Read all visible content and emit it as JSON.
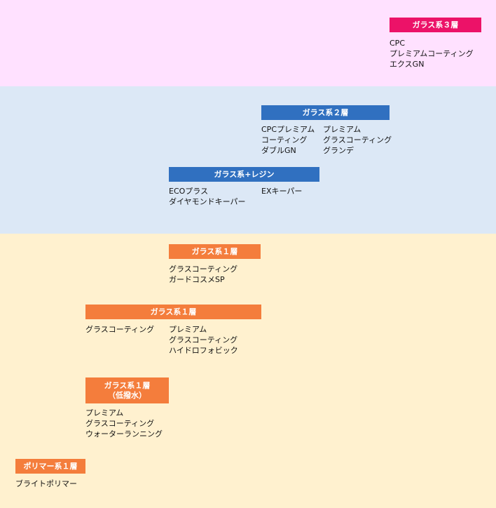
{
  "tiers": {
    "glass3": {
      "title": "ガラス系３層",
      "items": [
        "CPC",
        "プレミアムコーティング",
        "エクスGN"
      ]
    },
    "glass2": {
      "title": "ガラス系２層",
      "items_left": [
        "CPCプレミアム",
        "コーティング",
        "ダブルGN"
      ],
      "items_right": [
        "プレミアム",
        "グラスコーティング",
        "グランデ"
      ]
    },
    "glass_resin": {
      "title": "ガラス系+レジン",
      "items_left": [
        "ECOプラス",
        "ダイヤモンドキーパー"
      ],
      "items_right": [
        "EXキーパー"
      ]
    },
    "glass1_a": {
      "title": "ガラス系１層",
      "items": [
        "グラスコーティング",
        "ガードコスメSP"
      ]
    },
    "glass1_b": {
      "title": "ガラス系１層",
      "items_left": [
        "グラスコーティング"
      ],
      "items_right": [
        "プレミアム",
        "グラスコーティング",
        "ハイドロフォビック"
      ]
    },
    "glass1_low": {
      "title_line1": "ガラス系１層",
      "title_line2": "（低撥水）",
      "items": [
        "プレミアム",
        "グラスコーティング",
        "ウォーターランニング"
      ]
    },
    "polymer1": {
      "title": "ポリマー系１層",
      "items": [
        "ブライトポリマー"
      ]
    }
  },
  "colors": {
    "pink_header": "#ec1268",
    "blue_header": "#3070c0",
    "orange_header": "#f47d3c",
    "band_top": "#ffe1ff",
    "band_mid": "#dce8f6",
    "band_bottom": "#fff1cf"
  }
}
